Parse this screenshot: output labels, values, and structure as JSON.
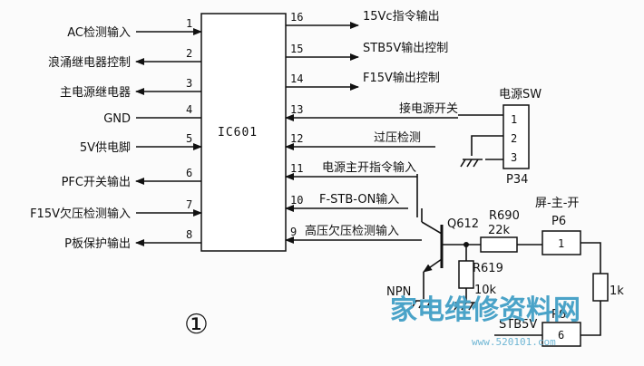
{
  "ic": {
    "name": "IC601",
    "left_pins": [
      {
        "num": "1",
        "label": "AC检测输入",
        "dir": "in"
      },
      {
        "num": "2",
        "label": "浪涌继电器控制",
        "dir": "out"
      },
      {
        "num": "3",
        "label": "主电源继电器",
        "dir": "out"
      },
      {
        "num": "4",
        "label": "GND",
        "dir": "none"
      },
      {
        "num": "5",
        "label": "5V供电脚",
        "dir": "in"
      },
      {
        "num": "6",
        "label": "PFC开关输出",
        "dir": "out"
      },
      {
        "num": "7",
        "label": "F15V欠压检测输入",
        "dir": "in"
      },
      {
        "num": "8",
        "label": "P板保护输出",
        "dir": "out"
      }
    ],
    "right_pins": [
      {
        "num": "16",
        "label": "15Vc指令输出",
        "dir": "out"
      },
      {
        "num": "15",
        "label": "STB5V输出控制",
        "dir": "out"
      },
      {
        "num": "14",
        "label": "F15V输出控制",
        "dir": "out"
      },
      {
        "num": "13",
        "label": "接电源开关",
        "dir": "in"
      },
      {
        "num": "12",
        "label": "过压检测",
        "dir": "in"
      },
      {
        "num": "11",
        "label": "电源主开指令输入",
        "dir": "in"
      },
      {
        "num": "10",
        "label": "F-STB-ON输入",
        "dir": "in"
      },
      {
        "num": "9",
        "label": "高压欠压检测输入",
        "dir": "in"
      }
    ]
  },
  "switch": {
    "title": "电源SW",
    "pins": [
      "1",
      "2",
      "3"
    ],
    "ref": "P34"
  },
  "transistor": {
    "ref": "Q612",
    "type": "NPN"
  },
  "resistors": [
    {
      "ref": "R690",
      "value": "22k"
    },
    {
      "ref": "R619",
      "value": "10k"
    },
    {
      "ref": "",
      "value": "1k"
    }
  ],
  "connector_p6_top": {
    "title": "屏-主-开",
    "ref": "P6",
    "pin": "1"
  },
  "connector_p6_bottom": {
    "ref": "P6",
    "pin": "6",
    "label": "STB5V"
  },
  "figure_mark": "①",
  "watermark": {
    "text": "家电维修资料网",
    "url": "www.520101.com"
  }
}
